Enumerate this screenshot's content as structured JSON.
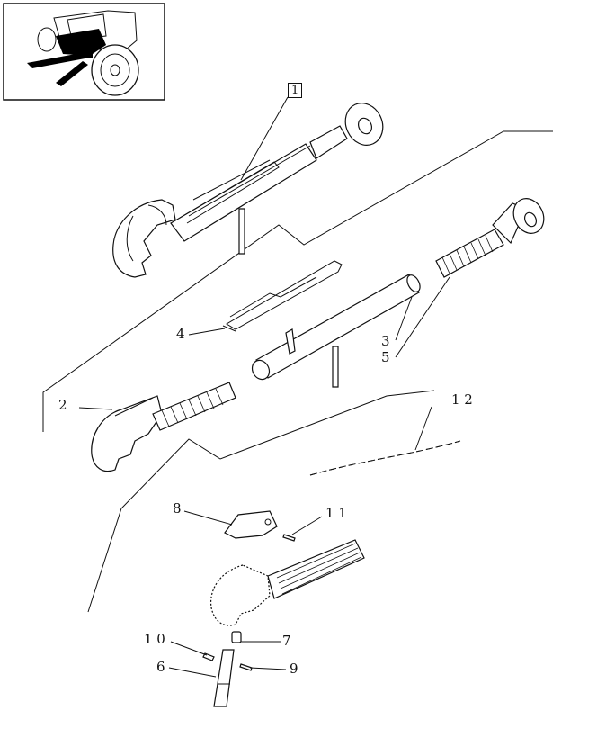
{
  "inset": {
    "icon": "tractor-locator-icon"
  },
  "callouts": {
    "c1": "1",
    "c2": "2",
    "c3": "3",
    "c4": "4",
    "c5": "5",
    "c6": "6",
    "c7": "7",
    "c8": "8",
    "c9": "9",
    "c10": "1 0",
    "c11": "1 1",
    "c12": "1 2"
  }
}
